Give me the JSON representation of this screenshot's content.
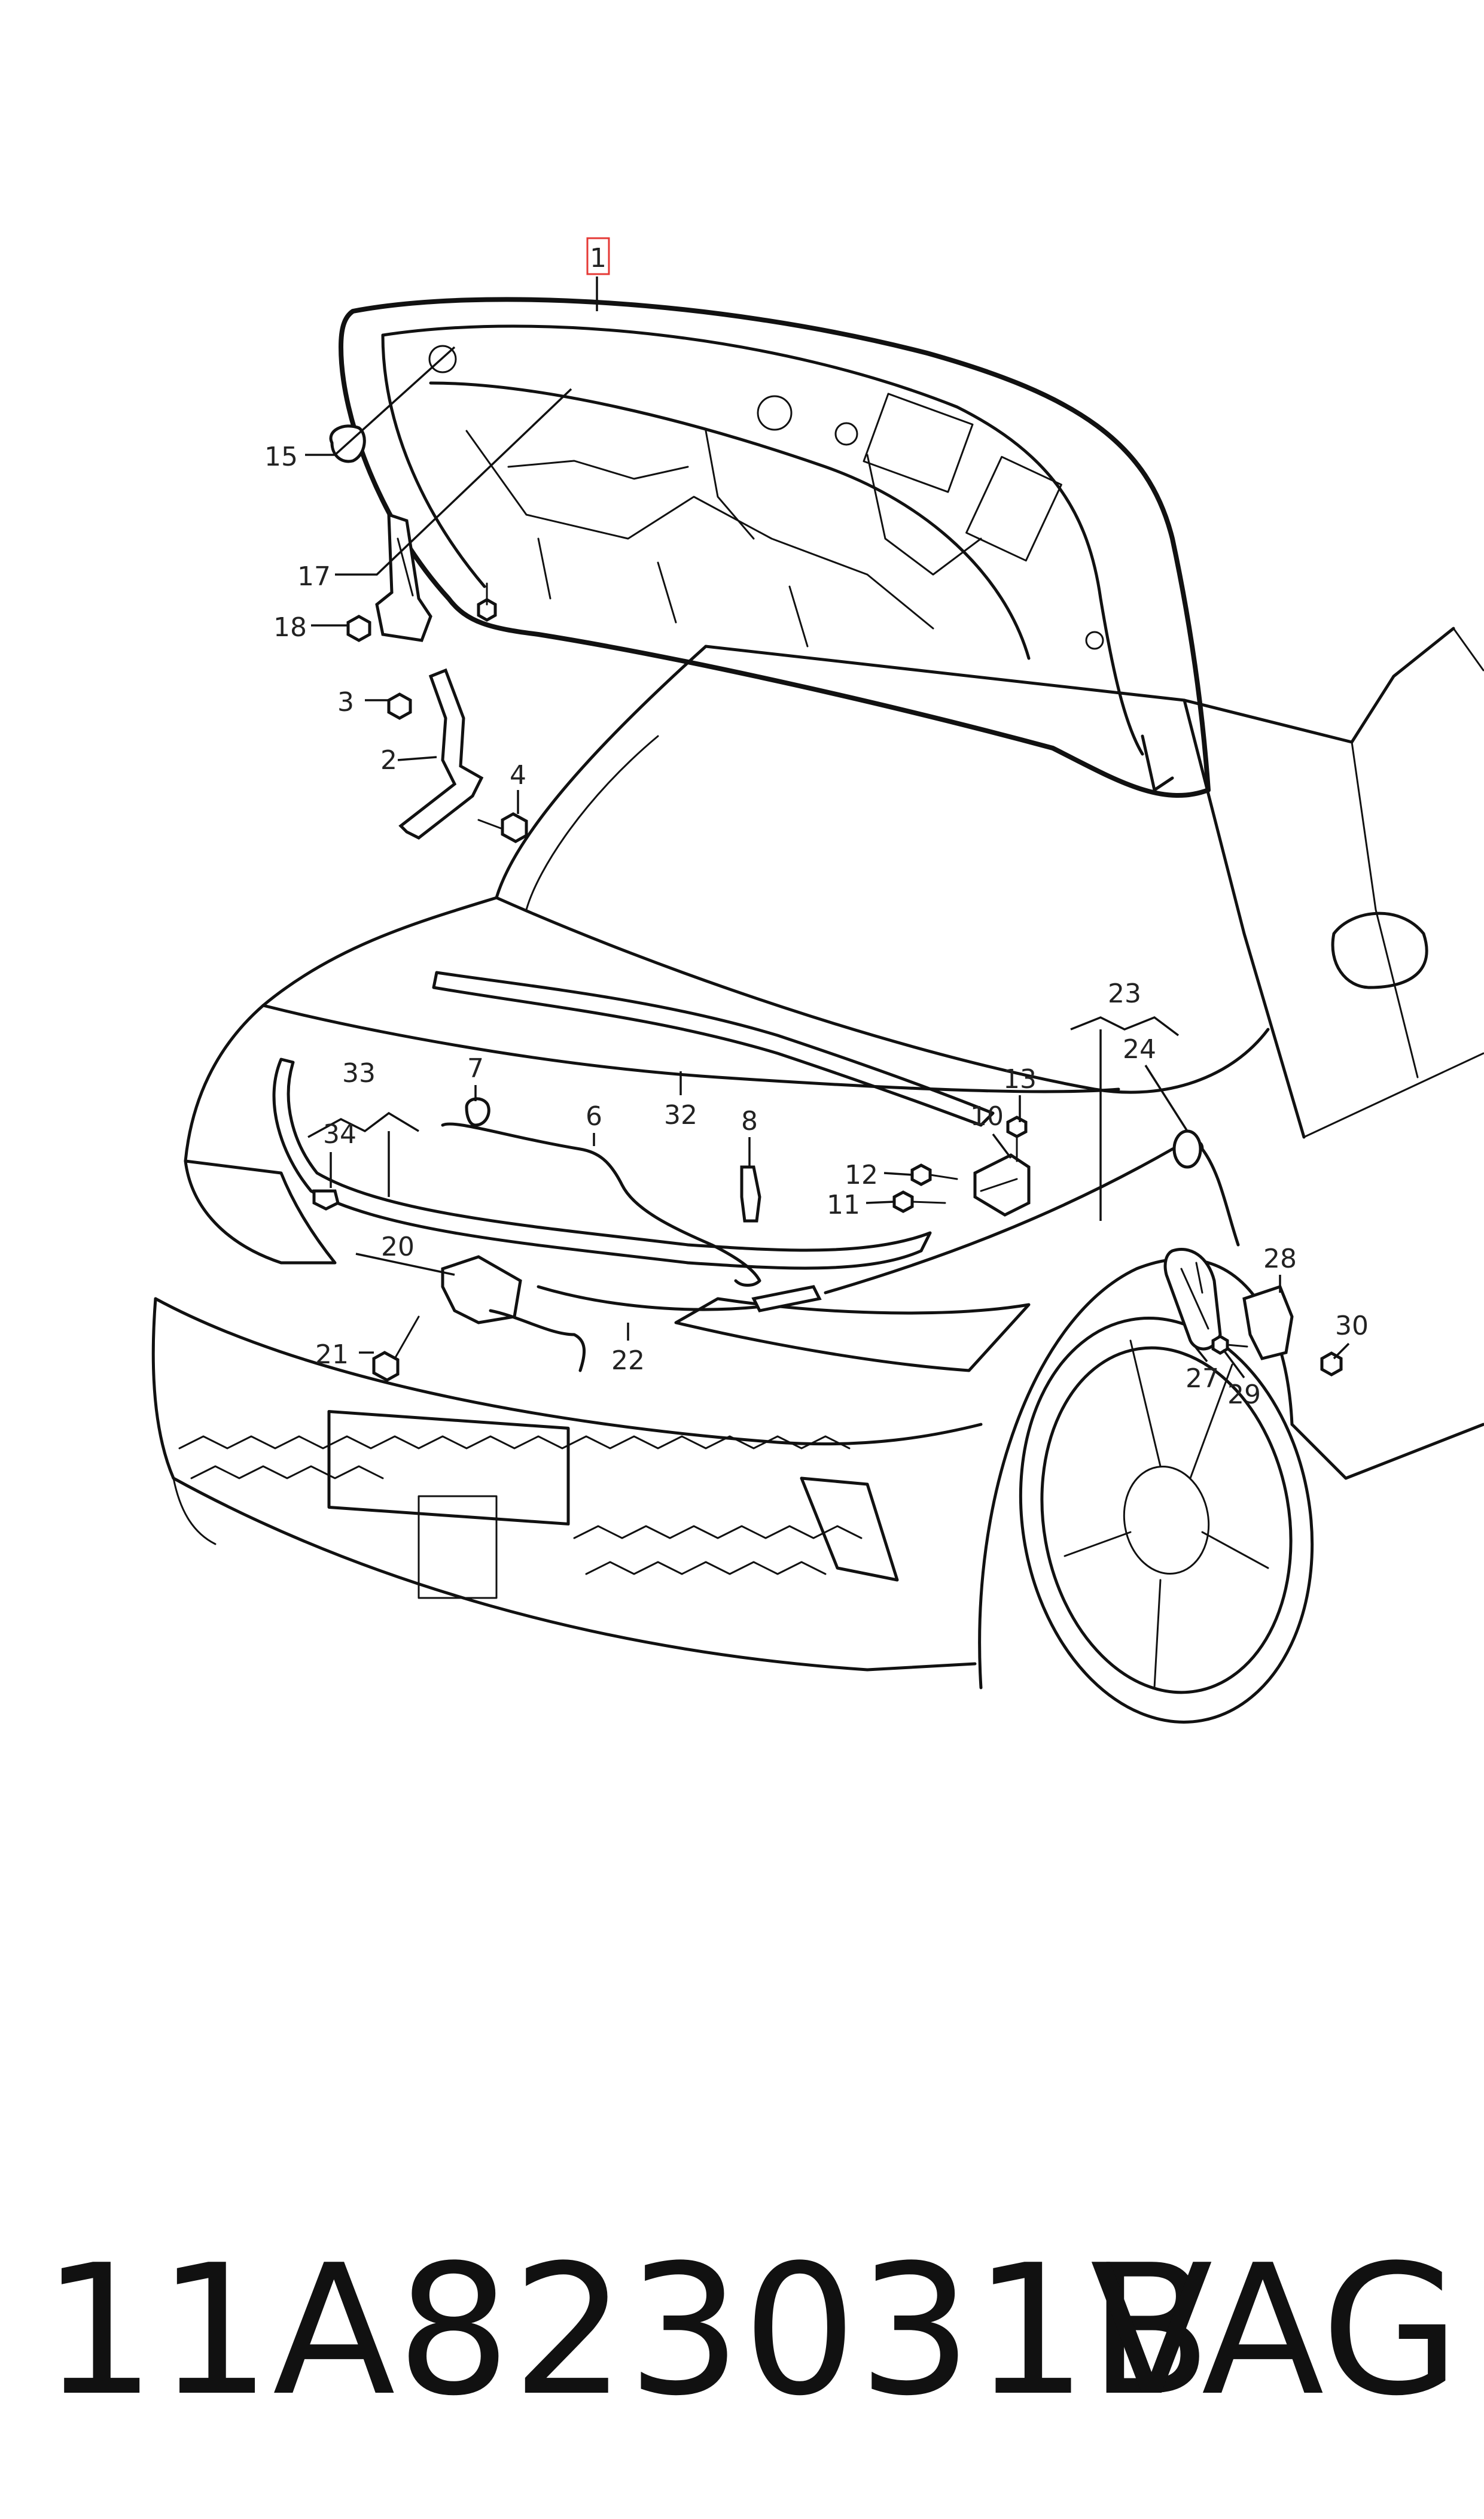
{
  "diagram": {
    "highlight_color": "#e53935",
    "callouts": [
      {
        "id": "1",
        "label": "1",
        "highlighted": true
      },
      {
        "id": "2",
        "label": "2"
      },
      {
        "id": "3",
        "label": "3"
      },
      {
        "id": "4",
        "label": "4"
      },
      {
        "id": "6",
        "label": "6"
      },
      {
        "id": "7",
        "label": "7"
      },
      {
        "id": "8",
        "label": "8"
      },
      {
        "id": "10",
        "label": "10"
      },
      {
        "id": "11",
        "label": "11"
      },
      {
        "id": "12",
        "label": "12"
      },
      {
        "id": "13",
        "label": "13"
      },
      {
        "id": "15",
        "label": "15"
      },
      {
        "id": "17",
        "label": "17"
      },
      {
        "id": "18",
        "label": "18"
      },
      {
        "id": "20",
        "label": "20"
      },
      {
        "id": "21",
        "label": "21"
      },
      {
        "id": "22",
        "label": "22"
      },
      {
        "id": "23",
        "label": "23"
      },
      {
        "id": "24",
        "label": "24"
      },
      {
        "id": "27",
        "label": "27"
      },
      {
        "id": "28",
        "label": "28"
      },
      {
        "id": "29",
        "label": "29"
      },
      {
        "id": "30",
        "label": "30"
      },
      {
        "id": "32",
        "label": "32"
      },
      {
        "id": "33",
        "label": "33"
      },
      {
        "id": "34",
        "label": "34"
      }
    ]
  },
  "footer": {
    "part_number": "11A823031B",
    "brand": "VAG"
  }
}
